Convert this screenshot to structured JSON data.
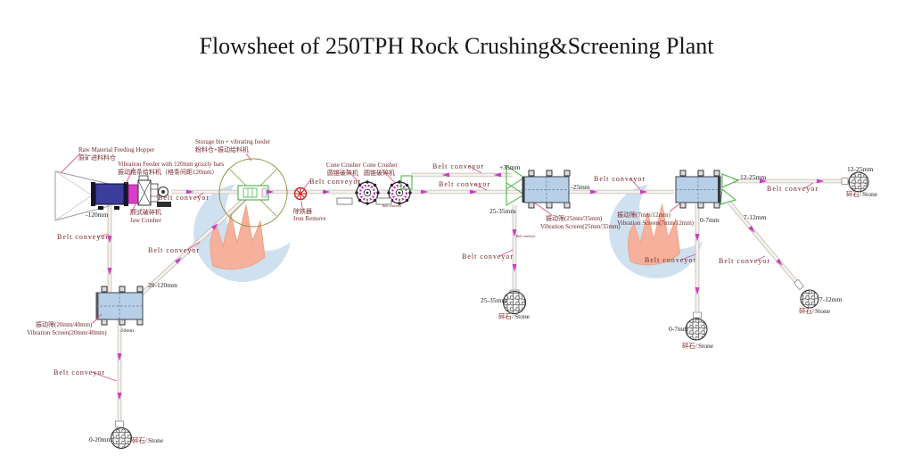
{
  "title": "Flowsheet of 250TPH Rock Crushing&Screening Plant",
  "machines": {
    "hopper": {
      "en": "Raw Material Feeding Hopper",
      "cn": "原矿进料料仓"
    },
    "feeder": {
      "en": "Vibration Feeder with 120mm grizzly bars",
      "cn": "振动格条给料机（格条间距120mm）"
    },
    "jaw_crusher": {
      "cn": "颚式破碎机",
      "en": "Jaw Crusher"
    },
    "storage_bin": {
      "en": "Storage bin + vibrating feeder",
      "cn": "粉料仓+振动给料机"
    },
    "iron_remover": {
      "cn": "除铁器",
      "en": "Iron Remove"
    },
    "cone_crusher": {
      "en": "Cone Crusher",
      "cn": "圆锥破碎机"
    },
    "screen_1": {
      "cn": "振动筛(20mm/40mm)",
      "en": "Vibration Screen(20mm/40mm)"
    },
    "screen_2": {
      "cn": "振动筛(25mm/35mm)",
      "en": "Vibration Screen(25mm/35mm)"
    },
    "screen_3": {
      "cn": "振动筛(7mm/12mm)",
      "en": "Vibration Screen(7mm/12mm)"
    }
  },
  "labels": {
    "belt_conveyor": "Belt conveyor",
    "stone_cn": "碎石/",
    "stone_en": "Stone"
  },
  "sizes": {
    "minus_120mm": "-120mm",
    "range_20_120mm": "20-120mm",
    "minus_20mm": "-20mm",
    "range_0_20mm": "0-20mm",
    "plus_35mm": "+35mm",
    "range_25_35mm": "25-35mm",
    "minus_25mm": "-25mm",
    "range_0_7mm": "0-7mm",
    "range_7_12mm": "7-12mm",
    "range_12_25mm": "12-25mm"
  },
  "colors": {
    "flow_arrow_magenta": "#c93fc4",
    "leader_pink": "#e0508a",
    "screen_blue": "#b7cfe7",
    "feeder_indigo": "#3c3c9a",
    "crusher_inlet_magenta": "#d93ec8",
    "chute_green": "#3db13d",
    "storage_bin_olive": "#8e8e3c",
    "iron_remover_red": "#cf2020",
    "watermark_blue": "#cfe1ef",
    "watermark_salmon": "#f5b19b",
    "machine_label_maroon": "#74262a"
  }
}
